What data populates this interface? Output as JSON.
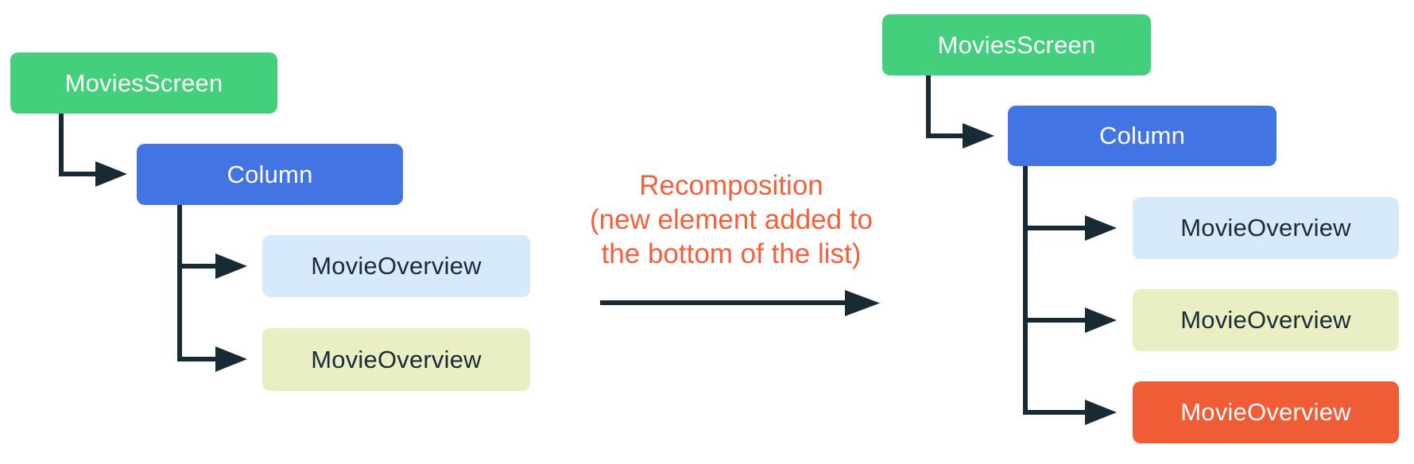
{
  "background": "#FFFFFF",
  "connector_color": "#182A33",
  "annotation": {
    "lines": [
      "Recomposition",
      "(new element added to",
      "the bottom of the list)"
    ],
    "color": "#F4603C"
  },
  "trees": [
    {
      "name": "before",
      "nodes": [
        {
          "id": "movies-screen",
          "label": "MoviesScreen",
          "bg": "#43CF7C",
          "fg": "#FFFFFF"
        },
        {
          "id": "column",
          "label": "Column",
          "bg": "#4374E4",
          "fg": "#FFFFFF"
        },
        {
          "id": "movie-overview-1",
          "label": "MovieOverview",
          "bg": "#D7EAFB",
          "fg": "#1C2B35"
        },
        {
          "id": "movie-overview-2",
          "label": "MovieOverview",
          "bg": "#E9EFC3",
          "fg": "#1C2B35"
        }
      ]
    },
    {
      "name": "after",
      "nodes": [
        {
          "id": "movies-screen",
          "label": "MoviesScreen",
          "bg": "#43CF7C",
          "fg": "#FFFFFF"
        },
        {
          "id": "column",
          "label": "Column",
          "bg": "#4374E4",
          "fg": "#FFFFFF"
        },
        {
          "id": "movie-overview-1",
          "label": "MovieOverview",
          "bg": "#D7EAFB",
          "fg": "#1C2B35"
        },
        {
          "id": "movie-overview-2",
          "label": "MovieOverview",
          "bg": "#E9EFC3",
          "fg": "#1C2B35"
        },
        {
          "id": "movie-overview-3",
          "label": "MovieOverview",
          "bg": "#F05C35",
          "fg": "#FFFFFF"
        }
      ]
    }
  ]
}
